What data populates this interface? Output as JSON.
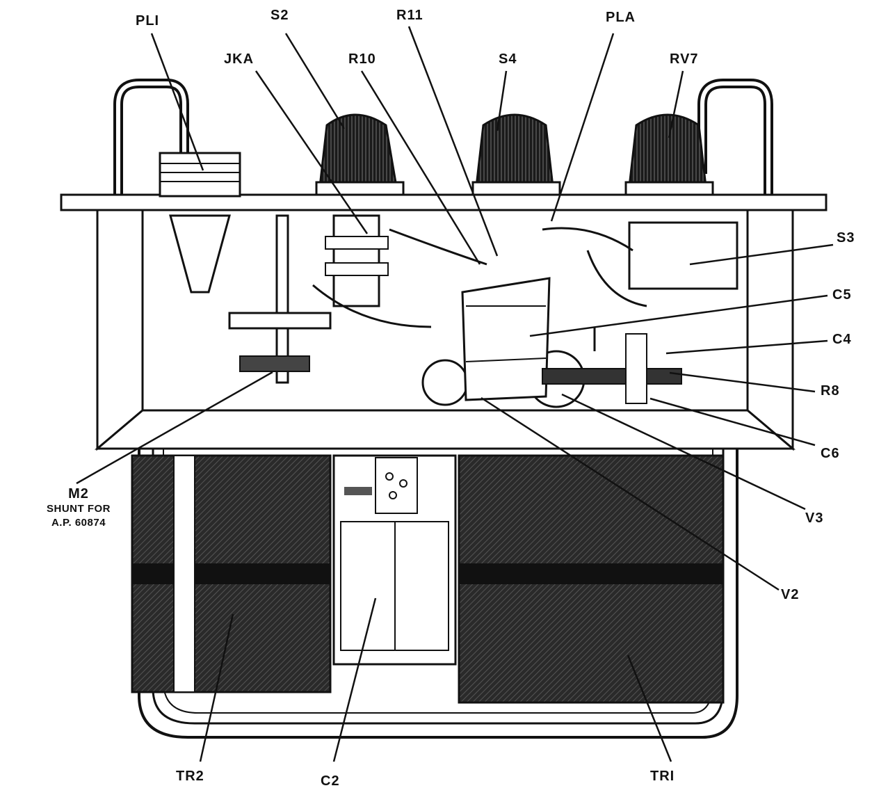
{
  "labels": {
    "PL1": "PLI",
    "S2": "S2",
    "R11": "R11",
    "PLA": "PLA",
    "JKA": "JKA",
    "R10": "R10",
    "S4": "S4",
    "RV7": "RV7",
    "S3": "S3",
    "C5": "C5",
    "C4": "C4",
    "R8": "R8",
    "C6": "C6",
    "M2": "M2",
    "M2_line2": "SHUNT FOR",
    "M2_line3": "A.P. 60874",
    "V3": "V3",
    "V2": "V2",
    "TR2": "TR2",
    "C2": "C2",
    "TR1": "TRI"
  }
}
